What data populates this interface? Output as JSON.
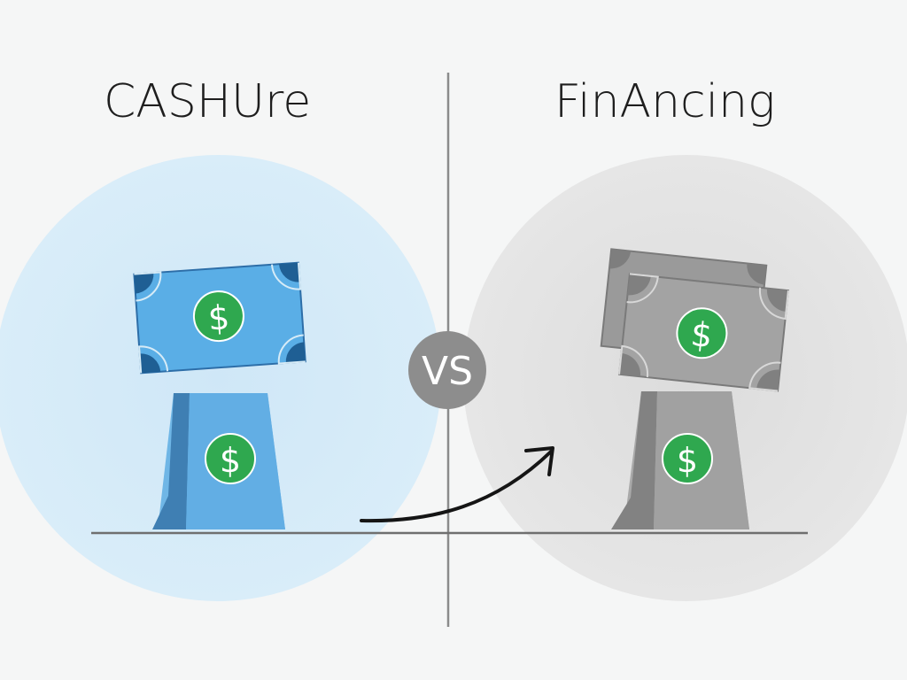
{
  "left_panel": {
    "title": "CASHUre",
    "accent_color": "#5aaee6",
    "circle_color": "#d6ebf7"
  },
  "right_panel": {
    "title": "FinAncing",
    "accent_color": "#9a9a9a",
    "circle_color": "#e2e2e2"
  },
  "vs_badge": {
    "label": "VS",
    "color": "#8d8d8d"
  },
  "icons": {
    "money_symbol": "dollar-sign-icon",
    "arrow": "curved-arrow-icon"
  },
  "colors": {
    "dollar_badge": "#2fa84f",
    "background": "#f5f6f6"
  }
}
